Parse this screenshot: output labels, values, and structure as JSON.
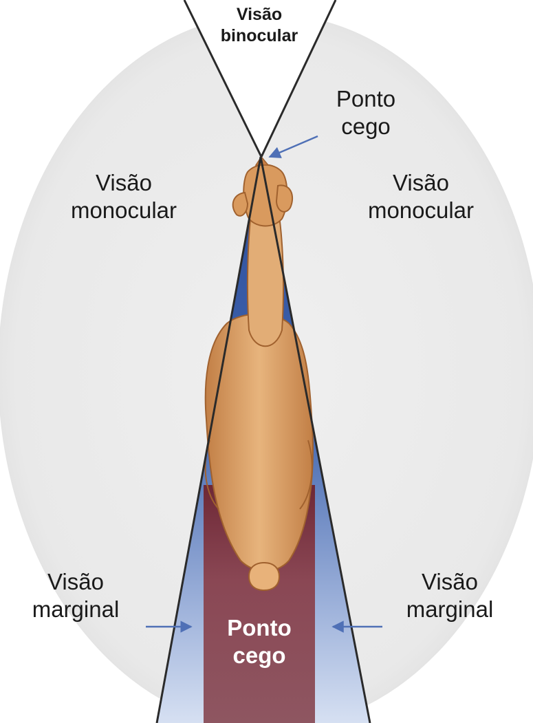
{
  "labels": {
    "binocular": [
      "Visão",
      "binocular"
    ],
    "blind_top": [
      "Ponto",
      "cego"
    ],
    "monocular_left": [
      "Visão",
      "monocular"
    ],
    "monocular_right": [
      "Visão",
      "monocular"
    ],
    "marginal_left": [
      "Visão",
      "marginal"
    ],
    "marginal_right": [
      "Visão",
      "marginal"
    ],
    "blind_rear": [
      "Ponto",
      "cego"
    ]
  },
  "colors": {
    "field_background": "#ececec",
    "field_edge": "#d4d4d4",
    "lines": "#2a2a2a",
    "marginal_wedge": "#3b5ba5",
    "marginal_wedge_light": "#c9d5ec",
    "rear_blind_zone": "#8a4f5a",
    "horse_body": "#c98a52",
    "horse_body_light": "#e2ad76",
    "horse_outline": "#9a5a2a",
    "arrow": "#5b7bbd",
    "rear_label_text": "#ffffff"
  }
}
